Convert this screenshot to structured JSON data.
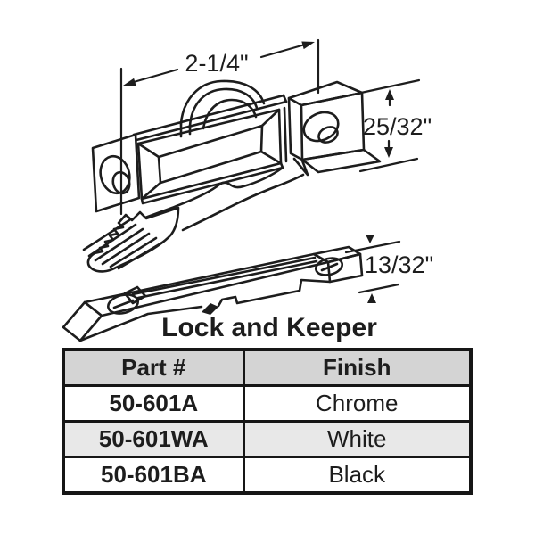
{
  "diagram": {
    "dim_width": "2-1/4\"",
    "dim_lock_height": "25/32\"",
    "dim_keeper_height": "13/32\"",
    "caption": "Lock and Keeper"
  },
  "table": {
    "headers": {
      "part": "Part #",
      "finish": "Finish"
    },
    "rows": [
      {
        "part": "50-601A",
        "finish": "Chrome"
      },
      {
        "part": "50-601WA",
        "finish": "White"
      },
      {
        "part": "50-601BA",
        "finish": "Black"
      }
    ]
  },
  "colors": {
    "line": "#1d1d1d",
    "table_header_bg": "#d4d4d4",
    "table_alt_row_bg": "#e8e8e8",
    "background": "#ffffff"
  }
}
